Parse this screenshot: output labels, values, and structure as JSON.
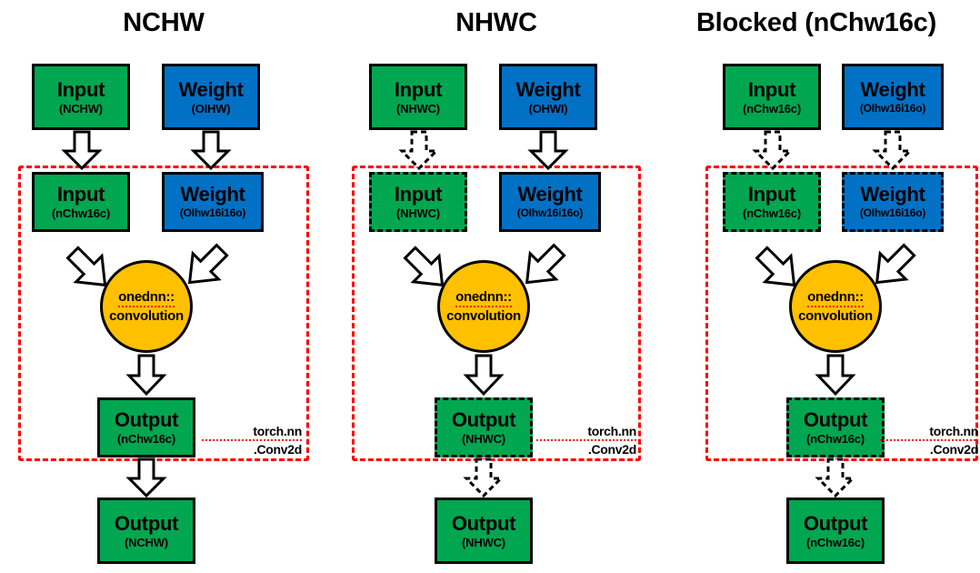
{
  "diagram": {
    "title_font_color": "#000000",
    "colors": {
      "input_green": "#00A650",
      "weight_blue": "#0071C5",
      "onednn_orange": "#FFC000",
      "region_red": "#FF0000",
      "outline_black": "#000000"
    },
    "columns": [
      {
        "id": "nchw",
        "title": "NCHW",
        "region_label_line1": "torch.nn",
        "region_label_line2": ".Conv2d",
        "outer_input": {
          "name": "Input",
          "format": "(NCHW)",
          "fill": "green",
          "border": "solid"
        },
        "outer_weight": {
          "name": "Weight",
          "format": "(OIHW)",
          "fill": "blue",
          "border": "solid"
        },
        "inner_input": {
          "name": "Input",
          "format": "(nChw16c)",
          "fill": "green",
          "border": "solid"
        },
        "inner_weight": {
          "name": "Weight",
          "format": "(OIhw16i16o)",
          "fill": "blue",
          "border": "solid"
        },
        "op": {
          "line1": "onednn::",
          "line2": "convolution"
        },
        "inner_output": {
          "name": "Output",
          "format": "(nChw16c)",
          "fill": "green",
          "border": "solid"
        },
        "outer_output": {
          "name": "Output",
          "format": "(NCHW)",
          "fill": "green",
          "border": "solid"
        },
        "arrow_input_reorder": "solid",
        "arrow_weight_reorder": "solid",
        "arrow_output_reorder": "solid"
      },
      {
        "id": "nhwc",
        "title": "NHWC",
        "region_label_line1": "torch.nn",
        "region_label_line2": ".Conv2d",
        "outer_input": {
          "name": "Input",
          "format": "(NHWC)",
          "fill": "green",
          "border": "solid"
        },
        "outer_weight": {
          "name": "Weight",
          "format": "(OHWI)",
          "fill": "blue",
          "border": "solid"
        },
        "inner_input": {
          "name": "Input",
          "format": "(NHWC)",
          "fill": "green",
          "border": "dashed"
        },
        "inner_weight": {
          "name": "Weight",
          "format": "(OIhw16i16o)",
          "fill": "blue",
          "border": "solid"
        },
        "op": {
          "line1": "onednn::",
          "line2": "convolution"
        },
        "inner_output": {
          "name": "Output",
          "format": "(NHWC)",
          "fill": "green",
          "border": "dashed"
        },
        "outer_output": {
          "name": "Output",
          "format": "(NHWC)",
          "fill": "green",
          "border": "solid"
        },
        "arrow_input_reorder": "dashed",
        "arrow_weight_reorder": "solid",
        "arrow_output_reorder": "dashed"
      },
      {
        "id": "blocked",
        "title": "Blocked (nChw16c)",
        "region_label_line1": "torch.nn",
        "region_label_line2": ".Conv2d",
        "outer_input": {
          "name": "Input",
          "format": "(nChw16c)",
          "fill": "green",
          "border": "solid"
        },
        "outer_weight": {
          "name": "Weight",
          "format": "(OIhw16i16o)",
          "fill": "blue",
          "border": "solid"
        },
        "inner_input": {
          "name": "Input",
          "format": "(nChw16c)",
          "fill": "green",
          "border": "dashed"
        },
        "inner_weight": {
          "name": "Weight",
          "format": "(OIhw16i16o)",
          "fill": "blue",
          "border": "dashed"
        },
        "op": {
          "line1": "onednn::",
          "line2": "convolution"
        },
        "inner_output": {
          "name": "Output",
          "format": "(nChw16c)",
          "fill": "green",
          "border": "dashed"
        },
        "outer_output": {
          "name": "Output",
          "format": "(nChw16c)",
          "fill": "green",
          "border": "solid"
        },
        "arrow_input_reorder": "dashed",
        "arrow_weight_reorder": "dashed",
        "arrow_output_reorder": "dashed"
      }
    ]
  }
}
